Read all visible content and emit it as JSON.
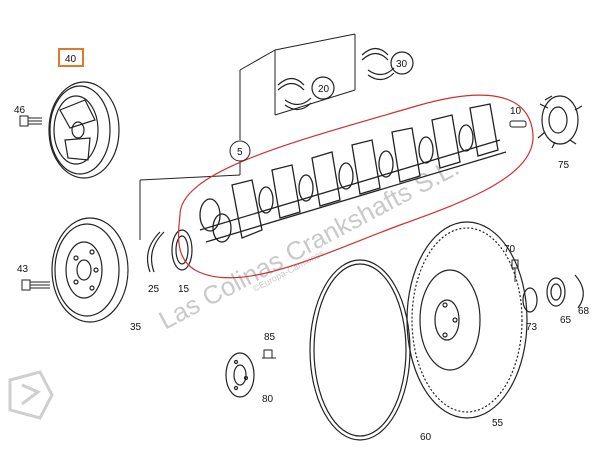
{
  "diagram": {
    "callouts": {
      "p5": "5",
      "p10": "10",
      "p15": "15",
      "p20": "20",
      "p25": "25",
      "p30": "30",
      "p35": "35",
      "p40": "40",
      "p43": "43",
      "p46": "46",
      "p55": "55",
      "p60": "60",
      "p65": "65",
      "p68": "68",
      "p70": "70",
      "p73": "73",
      "p75": "75",
      "p80": "80",
      "p85": "85"
    },
    "highlighted_callout": "40",
    "watermark": {
      "main": "Las Colinas Crankshafts S.L.",
      "sub": "©Europa-Camiones"
    },
    "colors": {
      "line": "#222222",
      "highlight_box": "#e07a2a",
      "circle_outline": "#d03030",
      "watermark": "#c9c9c9"
    }
  }
}
